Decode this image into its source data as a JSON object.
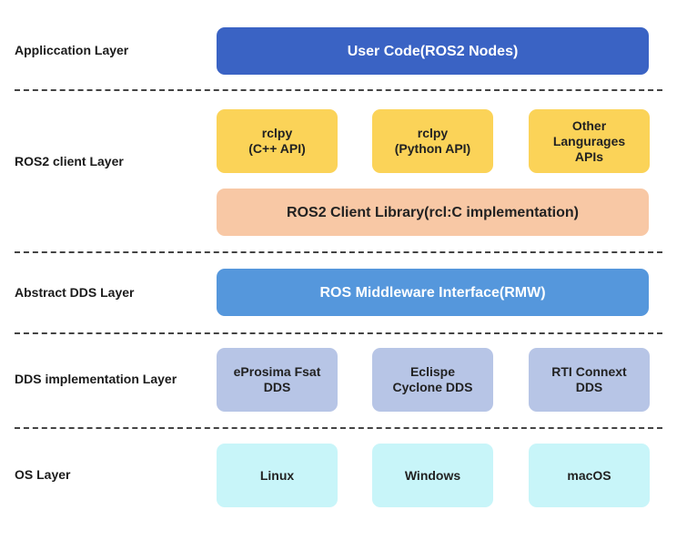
{
  "layers": {
    "application": {
      "label": "Appliccation Layer"
    },
    "ros2_client": {
      "label": "ROS2 client Layer"
    },
    "abstract_dds": {
      "label": "Abstract DDS Layer"
    },
    "dds_impl": {
      "label": "DDS implementation Layer"
    },
    "os": {
      "label": "OS Layer"
    }
  },
  "boxes": {
    "user_code": "User Code(ROS2 Nodes)",
    "rclcpp": "rclpy\n(C++ API)",
    "rclpy": "rclpy\n(Python API)",
    "other_apis": "Other\nLangurages\nAPIs",
    "rcl": "ROS2 Client Library(rcl:C implementation)",
    "rmw": "ROS Middleware Interface(RMW)",
    "fastdds": "eProsima Fsat\nDDS",
    "cyclone": "Eclispe\nCyclone DDS",
    "connext": "RTI Connext\nDDS",
    "linux": "Linux",
    "windows": "Windows",
    "macos": "macOS"
  },
  "colors": {
    "application": "#3a63c4",
    "client_api": "#fbd358",
    "client_library": "#f8c8a5",
    "middleware": "#5597dc",
    "dds_impl": "#b7c5e6",
    "os": "#c8f5f9"
  }
}
